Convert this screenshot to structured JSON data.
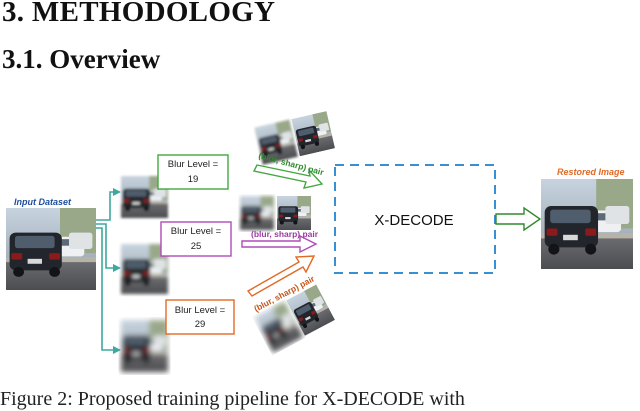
{
  "section": {
    "heading": "3. METHODOLOGY",
    "subheading": "3.1. Overview"
  },
  "figure": {
    "input_label": "Input Dataset",
    "output_label": "Restored Image",
    "model_label": "X-DECODE",
    "blur_levels": [
      {
        "label_line1": "Blur Level =",
        "label_line2": "19",
        "color": "#43a843"
      },
      {
        "label_line1": "Blur Level =",
        "label_line2": "25",
        "color": "#b04bb8"
      },
      {
        "label_line1": "Blur Level =",
        "label_line2": "29",
        "color": "#e06a26"
      }
    ],
    "pair_label": "(blur, sharp) pair",
    "colors": {
      "input_label": "#1c4e9c",
      "output_label": "#e06a26",
      "model_box": "#3a8fd0",
      "input_arrows": "#3ea8a0"
    }
  },
  "caption": "Figure 2:  Proposed training pipeline for X-DECODE with"
}
